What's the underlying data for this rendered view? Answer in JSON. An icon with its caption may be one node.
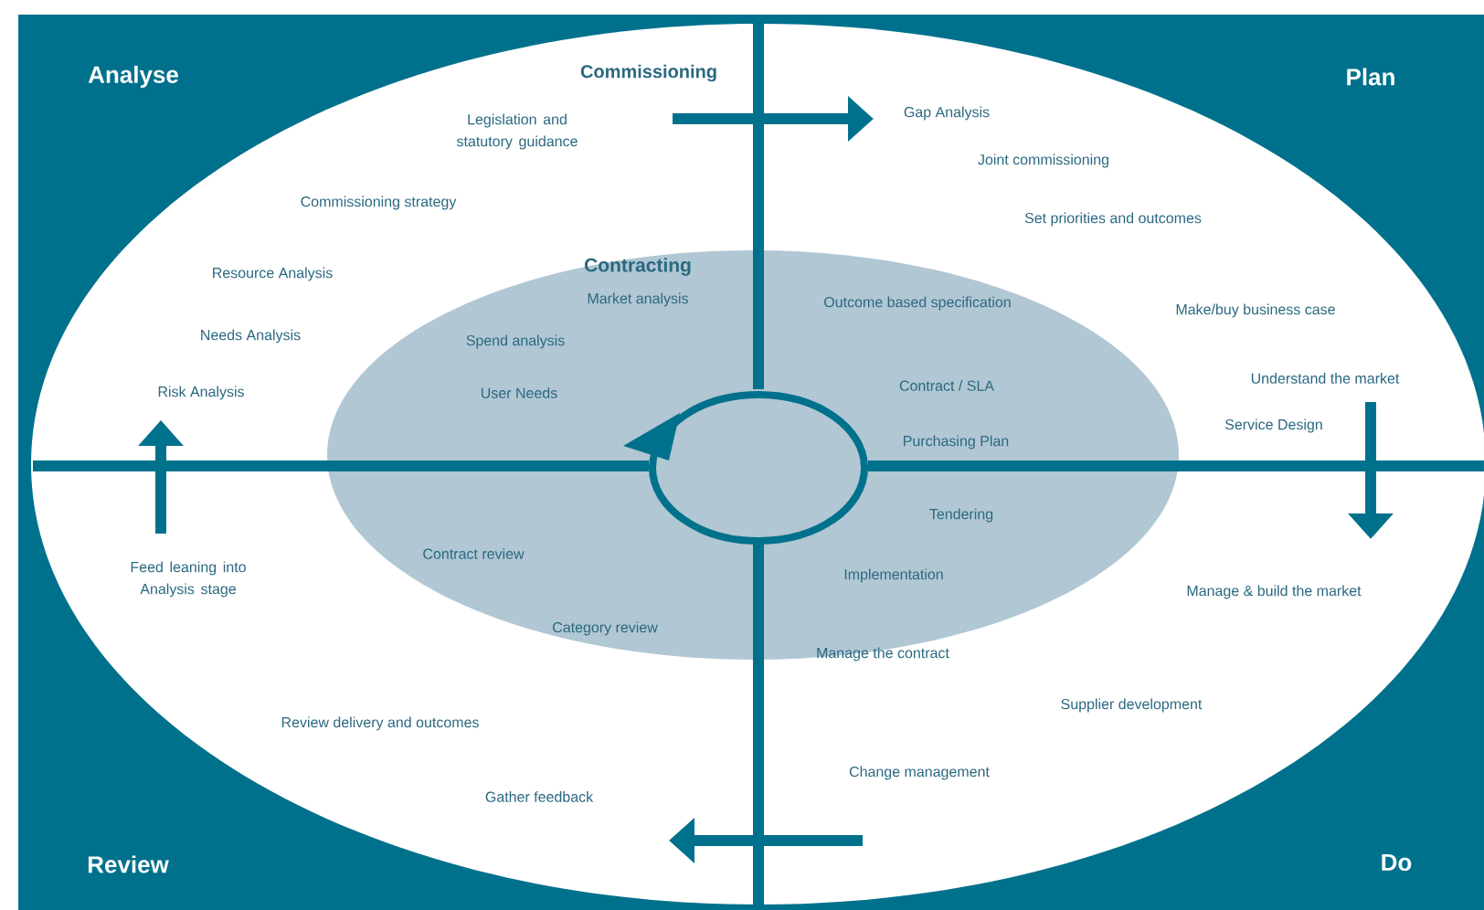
{
  "diagram": {
    "nodes": [
      {
        "text": [
          "Commissioning"
        ]
      },
      {
        "text": [
          "Contracting"
        ],
        "in": 0
      },
      {
        "text": [],
        "shape": "circle",
        "in": 1
      }
    ],
    "labels": [
      "Analyse",
      "Plan",
      "Gap Analysis",
      "Legislation and statutory guidance",
      "Joint commissioning",
      "Commissioning strategy",
      "Set priorities and outcomes",
      "Resource Analysis",
      "Market analysis",
      "Outcome based specification",
      "Make/buy business case",
      "Needs Analysis",
      "Spend analysis",
      "Understand the market",
      "Contract / SLA",
      "Risk Analysis",
      "User Needs",
      "Service Design",
      "Purchasing Plan",
      "Tendering",
      "Contract review",
      "Implementation",
      "Feed leaning into Analysis stage",
      "Manage & build the market",
      "Category review",
      "Manage the contract",
      "Supplier development",
      "Review delivery and outcomes",
      "Change management",
      "Gather feedback",
      "Review",
      "Do"
    ]
  }
}
